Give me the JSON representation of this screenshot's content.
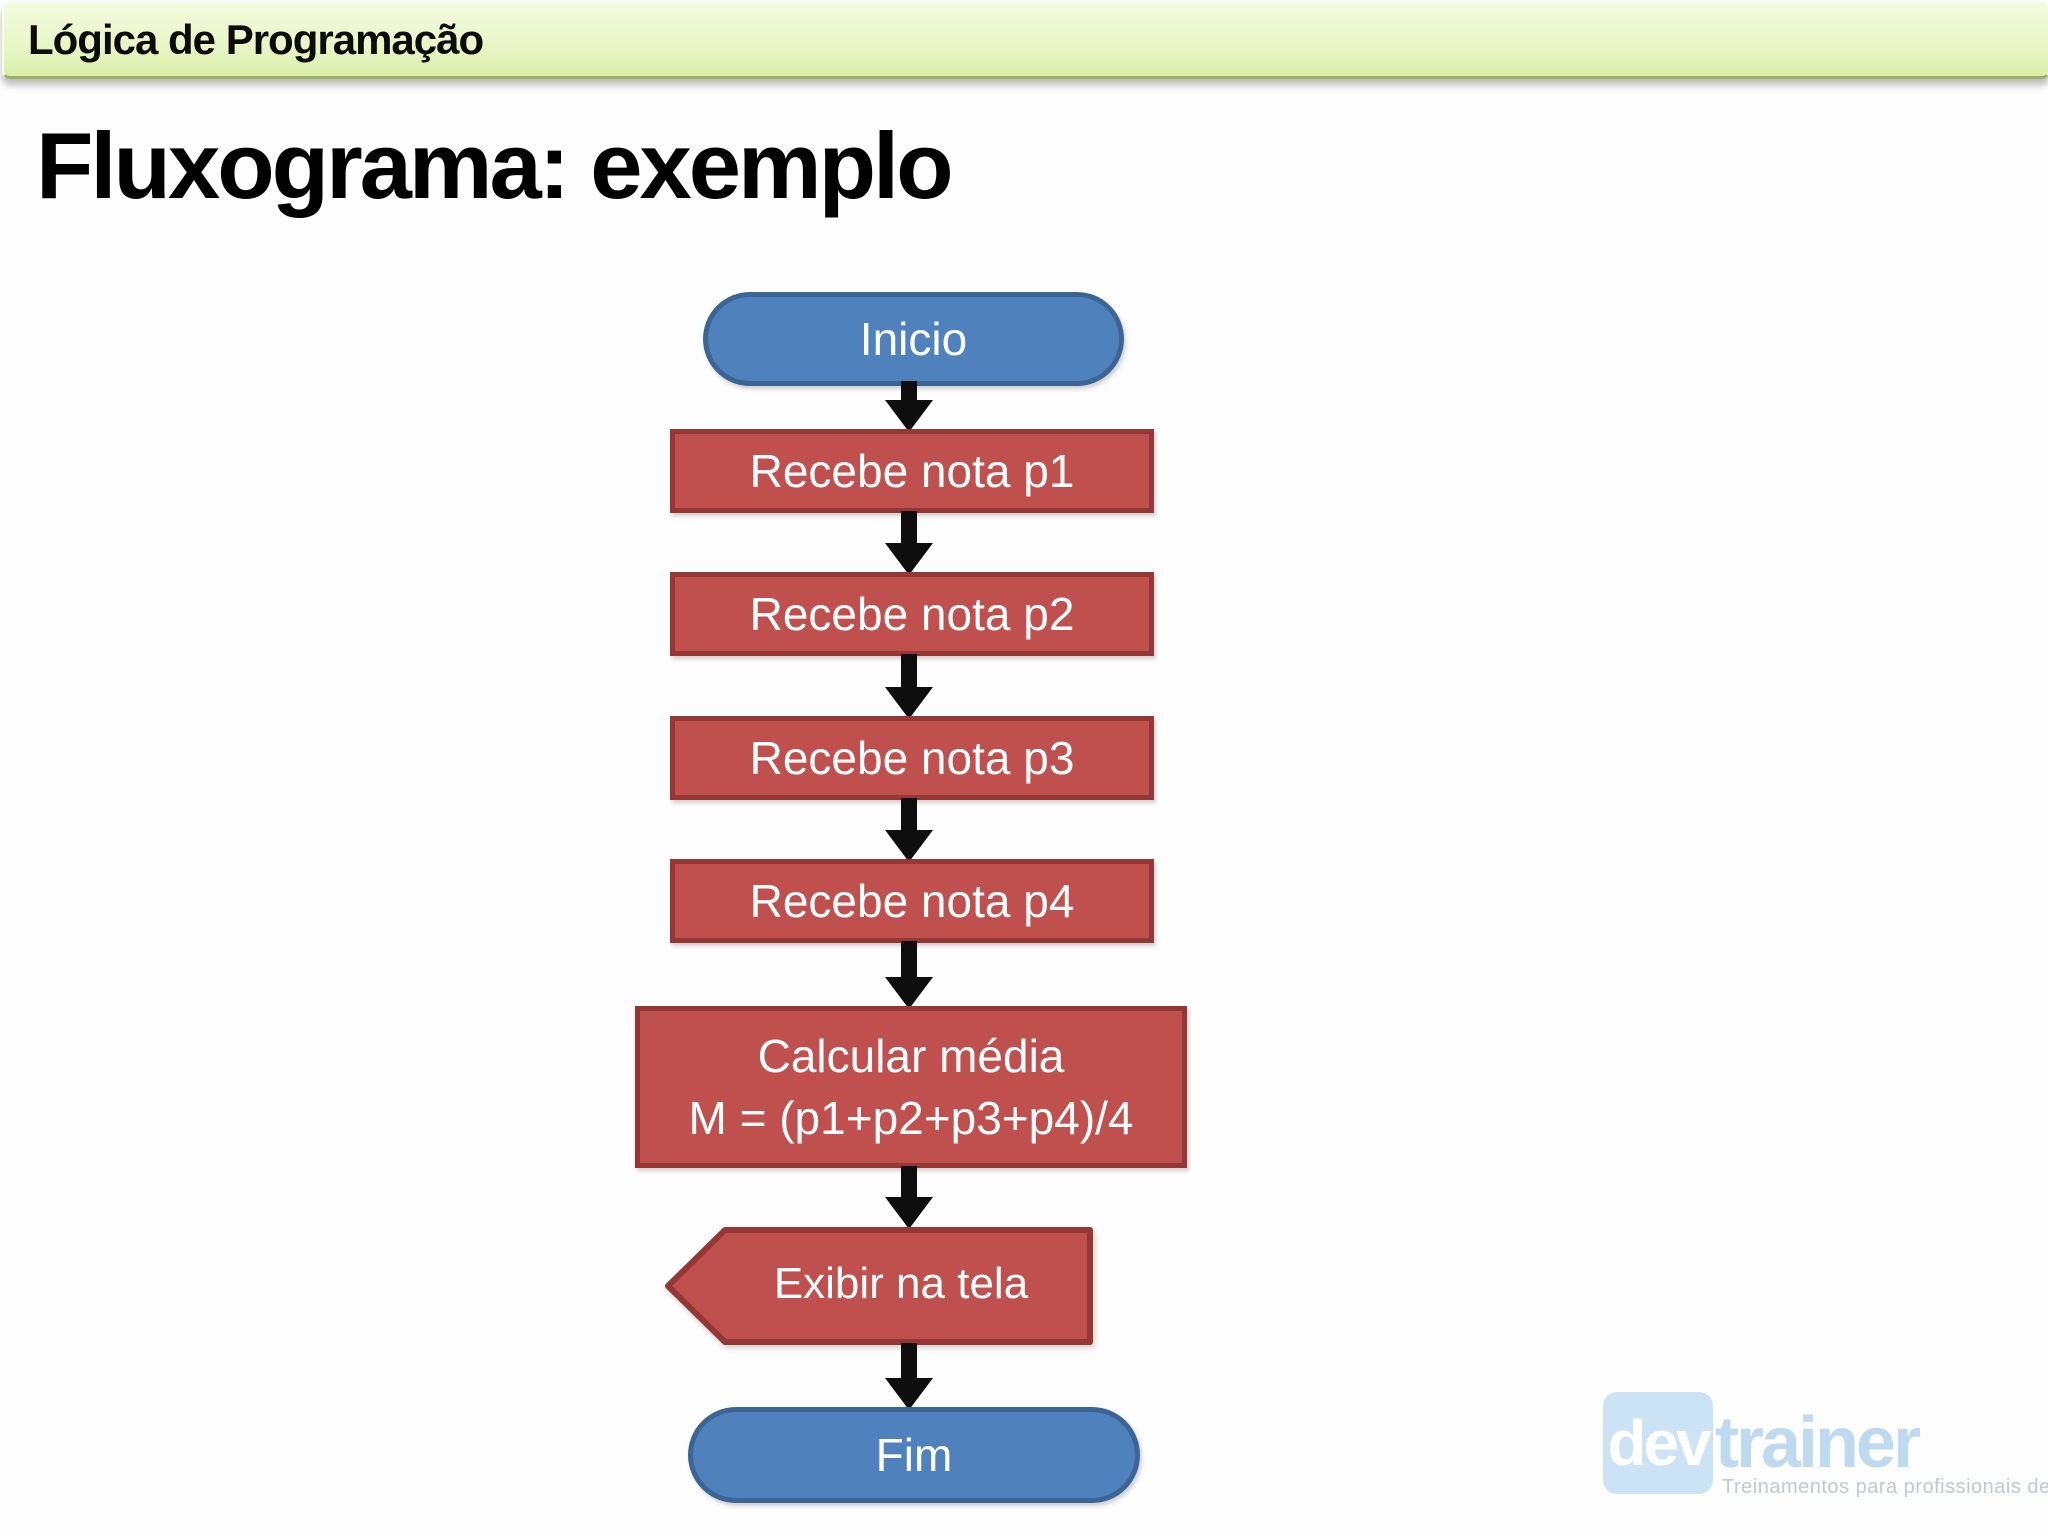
{
  "header": {
    "label": "Lógica de Programação"
  },
  "title": "Fluxograma: exemplo",
  "flowchart": {
    "nodes": {
      "start": {
        "type": "terminator",
        "label": "Inicio"
      },
      "p1": {
        "type": "process",
        "label": "Recebe nota p1"
      },
      "p2": {
        "type": "process",
        "label": "Recebe nota p2"
      },
      "p3": {
        "type": "process",
        "label": "Recebe nota p3"
      },
      "p4": {
        "type": "process",
        "label": "Recebe nota p4"
      },
      "calc": {
        "type": "process",
        "lines": [
          "Calcular média",
          "M = (p1+p2+p3+p4)/4"
        ]
      },
      "display": {
        "type": "display",
        "label": "Exibir na tela"
      },
      "end": {
        "type": "terminator",
        "label": "Fim"
      }
    },
    "flow_order": [
      "start",
      "p1",
      "p2",
      "p3",
      "p4",
      "calc",
      "display",
      "end"
    ],
    "colors": {
      "process_fill": "#C0504D",
      "process_border": "#943735",
      "terminator_fill": "#4F81BD",
      "terminator_border": "#3B6595",
      "arrow": "#0E0E0E",
      "header_gradient_top": "#F3FADD",
      "header_gradient_bottom": "#DCEDAA"
    }
  },
  "watermark": {
    "brand_dev": "dev",
    "brand_trainer": "trainer",
    "tagline": "Treinamentos para profissionais de TI"
  }
}
